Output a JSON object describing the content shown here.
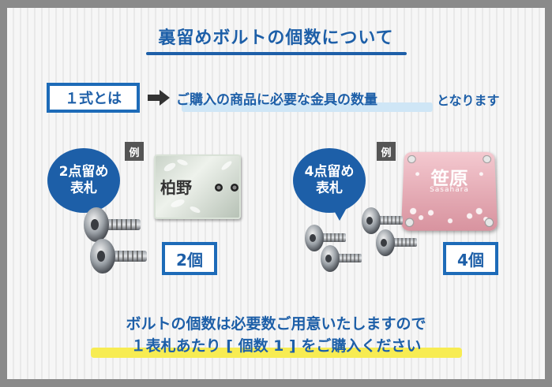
{
  "title": "裏留めボルトの個数について",
  "definition": {
    "label": "１式とは",
    "description": "ご購入の商品に必要な金具の数量",
    "suffix": "となります"
  },
  "examples": [
    {
      "bubble_line1": "2点留め",
      "bubble_line2": "表札",
      "example_tag": "例",
      "plate_name": "柏野",
      "count": "2個"
    },
    {
      "bubble_line1": "4点留め",
      "bubble_line2": "表札",
      "example_tag": "例",
      "plate_name": "笹原",
      "plate_roman": "Sasahara",
      "count": "4個"
    }
  ],
  "footer": {
    "line1": "ボルトの個数は必要数ご用意いたしますので",
    "line2": "１表札あたり [ 個数 1 ] をご購入ください"
  },
  "colors": {
    "accent": "#1d5fa8",
    "highlight_blue": "#cfe6f6",
    "highlight_yellow": "#f7ec52",
    "frame": "#8a8a8a"
  }
}
